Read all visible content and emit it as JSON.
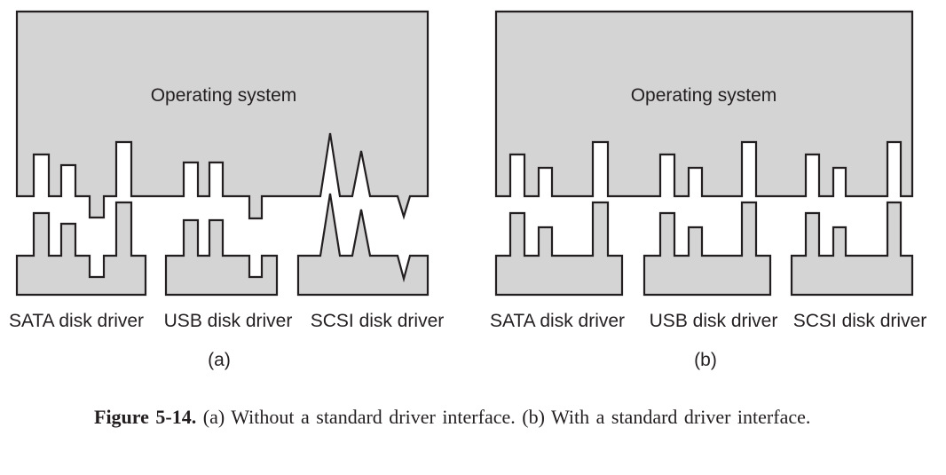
{
  "figure": {
    "panels": [
      {
        "id": "a",
        "os_label": "Operating system",
        "drivers": [
          "SATA disk driver",
          "USB disk driver",
          "SCSI disk driver"
        ],
        "panel_label": "(a)"
      },
      {
        "id": "b",
        "os_label": "Operating system",
        "drivers": [
          "SATA disk driver",
          "USB disk driver",
          "SCSI disk driver"
        ],
        "panel_label": "(b)"
      }
    ],
    "caption": {
      "label": "Figure 5-14.",
      "text": "(a) Without a standard driver interface. (b) With a standard driver interface."
    }
  }
}
